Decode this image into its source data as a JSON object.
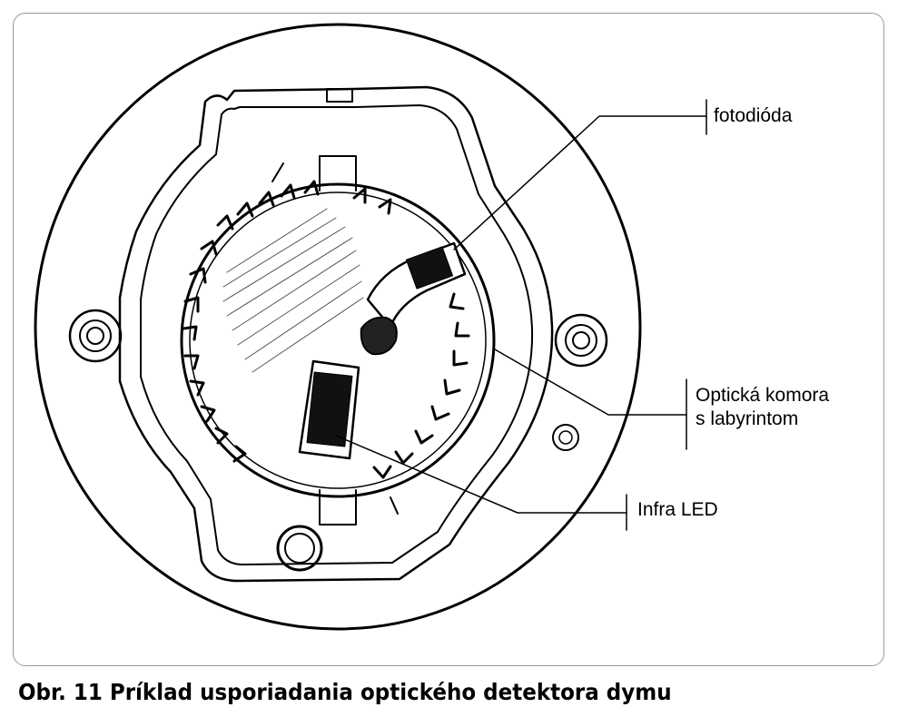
{
  "figure": {
    "labels": {
      "photodiode": "fotodióda",
      "optical_chamber_line1": "Optická komora",
      "optical_chamber_line2": "s labyrintom",
      "infra_led": "Infra LED"
    }
  },
  "caption": "Obr. 11 Príklad usporiadania optického detektora dymu"
}
